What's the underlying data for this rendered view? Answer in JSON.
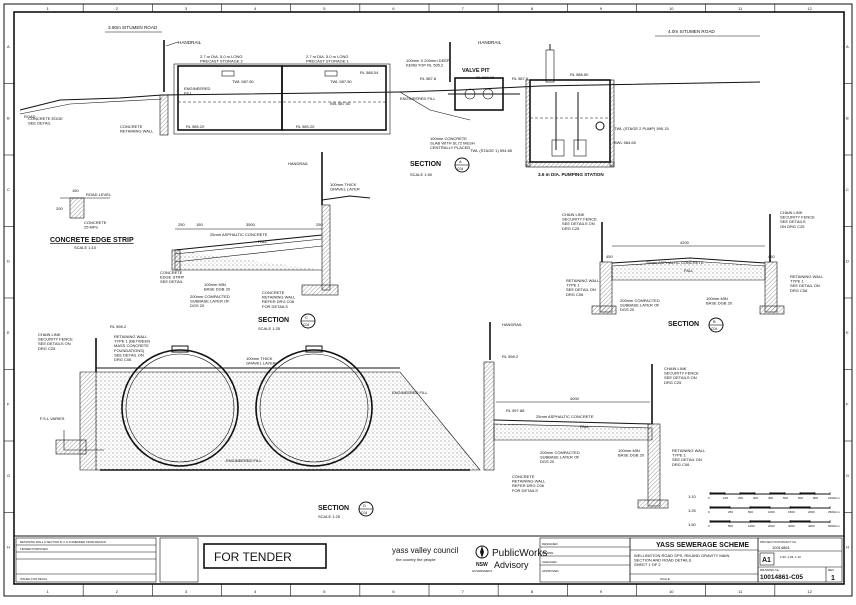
{
  "border": {
    "columns": [
      "1",
      "2",
      "3",
      "4",
      "5",
      "6",
      "7",
      "8",
      "9",
      "10",
      "11",
      "12"
    ],
    "rows": [
      "A",
      "B",
      "C",
      "D",
      "E",
      "F",
      "G",
      "H"
    ]
  },
  "top_section": {
    "road_left": "3.90m SITUMEN ROAD",
    "road_right": "4.0m SITUMEN ROAD",
    "handrail_1": "HANDRAIL",
    "handrail_2": "HANDRAIL",
    "storage_2": "2.7 m DIA. 5.0 m LONG\nPRECAST STORAGE 2",
    "storage_1": "2.7 m DIA. 5.0 m LONG\nPRECAST STORAGE 1",
    "kerb_note": "100mm X 200mm DEEP\nKERB TOP RL 595.2",
    "valve_pit": "VALVE PIT",
    "road": "ROAD",
    "engineered_fill_1": "ENGINEERED\nFILL",
    "engineered_fill_2": "ENGINEERED FILL",
    "edge_note": "CONCRETE EDGE\nSEE DETAIL",
    "retaining_note": "CONCRETE\nRETAINING WALL",
    "slab_note": "100mm CONCRETE\nSLAB WITH SL72 MESH\nCENTRALLY PLACED",
    "rl_1": "RL 588.04",
    "rl_2": "RL 588.00",
    "rl_3": "RL 587.8",
    "rl_4": "RL 587.8",
    "rl_5": "RL 588.50",
    "twl_1": "TWL 587.50",
    "twl_2": "TWL 587.50",
    "iwl_1": "IWL 587.50",
    "rl_base_1": "RL 585.20",
    "rl_base_2": "RL 585.20",
    "twl_stage": "TWL (STAGE 1) 594.65",
    "twl_stage2": "TWL (STAGE 2 PUMP) 595.15",
    "bwl": "BWL 584.65",
    "section_a_label": "SECTION",
    "section_a_letter": "A",
    "section_a_ref": "C04",
    "section_a_scale": "SCALE 1:50",
    "pump_station": "3.6 m DIA. PUMPING STATION"
  },
  "edge_strip": {
    "road_level": "ROAD LEVEL",
    "dim_150": "150",
    "dim_200": "200",
    "concrete": "CONCRETE\n25 MPa",
    "title": "CONCRETE EDGE STRIP",
    "scale": "SCALE 1:10"
  },
  "section_c": {
    "handrail": "HANDRAIL",
    "gravel": "100mm THICK\nGRAVEL LAYER",
    "dim_250": "250",
    "dim_150": "150",
    "dim_3500": "3500",
    "dim_250b": "250",
    "asphalt": "25mm ASPHALTIC CONCRETE",
    "fall": "FALL",
    "edge": "CONCRETE\nEDGE STRIP\nSEE DETAIL",
    "base": "100mm MIN\nBASE DGB 20",
    "subbase": "200mm COMPACTED\nSUBBASE LAYER OF\nDGS 20",
    "retaining": "CONCRETE\nRETAINING WALL\nREFER DRG C06\nFOR DETAILS",
    "label": "SECTION",
    "letter": "C",
    "ref": "C04",
    "scale": "SCALE 1:25"
  },
  "section_b": {
    "fence_left": "CHAIN LINK\nSECURITY FENCE\nSEE DETAILS ON\nDRG C25",
    "fence_right": "CHAIN LINK\nSECURITY FENCE\nSEE DETAILS\nON DRG C25",
    "dim_4200": "4200",
    "dim_450a": "450",
    "dim_450b": "450",
    "asphalt": "25mm ASPHALTIC CONCRETE",
    "fall": "FALL",
    "wall_left": "RETAINING WALL\nTYPE 1\nSEE DETAIL ON\nDRG C06",
    "wall_right": "RETAINING WALL\nTYPE 1\nSEE DETAIL ON\nDRG C06",
    "subbase": "200mm COMPACTED\nSUBBASE LAYER OF\nDGS 20",
    "base": "100mm MIN\nBASE DGB 20",
    "label": "SECTION",
    "letter": "B",
    "ref": "C04"
  },
  "section_d": {
    "fence": "CHAIN LINK\nSECURITY FENCE\nSEE DETAILS ON\nDRG C25",
    "rl_left": "RL 598.2",
    "wall": "RETAINING WALL\nTYPE 1 (BETWEEN\nMASS CONCRETE\nFOUNDATIONS)\nSEE DETAIL ON\nDRG C06",
    "gravel": "100mm THICK\nGRAVEL LAYER",
    "fsl": "F.S.L VARIES",
    "engineered_fill_1": "ENGINEERED FILL",
    "engineered_fill_2": "ENGINEERED FILL",
    "label": "SECTION",
    "letter": "D",
    "ref": "C04",
    "scale": "SCALE 1:25"
  },
  "section_e": {
    "handrail": "HANDRAIL",
    "rl_top": "RL 598.2",
    "dim_4000": "4000",
    "rl_left": "RL 597.88",
    "asphalt": "25mm ASPHALTIC CONCRETE",
    "fall": "FALL",
    "fence": "CHAIN LINK\nSECURITY FENCE\nSEE DETAILS ON\nDRG C25",
    "subbase": "200mm COMPACTED\nSUBBASE LAYER OF\nDGS 20",
    "retaining": "CONCRETE\nRETAINING WALL\nREFER DRG C06\nFOR DETAILS",
    "base": "100mm MIN\nBASE DGB 20",
    "wall_note": "RETAINING WALL\nTYPE 1\nSEE DETAIL ON\nDRG C06"
  },
  "scales": {
    "s1_label": "1:10",
    "s1_ticks": [
      "0",
      "100",
      "200",
      "300",
      "400",
      "500",
      "600",
      "800",
      "1000mm"
    ],
    "s2_label": "1:25",
    "s2_ticks": [
      "0",
      "250",
      "500",
      "1000",
      "1500",
      "2000",
      "2500mm"
    ],
    "s3_label": "1:50",
    "s3_ticks": [
      "0",
      "500",
      "1000",
      "2000",
      "3000",
      "4000",
      "5000mm"
    ]
  },
  "title_block": {
    "for_tender": "FOR TENDER",
    "council": "yass valley council",
    "council_tag": "the country  the people",
    "nsw": "NSW",
    "govt": "GOVERNMENT",
    "pw": "PublicWorks",
    "pw2": "Advisory",
    "project": "YASS SEWERAGE SCHEME",
    "drawing_title": "WELLINGTON ROAD SPS, RM AND GRAVITY MAIN\nSECTION AND ROAD DETAILS\nSHEET 1 OF 2",
    "size": "A1",
    "drawing_no": "10014861-C05",
    "rev": "1",
    "scale_label": "SCALE",
    "scale_value": "1:50, 1:25, 1:10",
    "project_no_label": "PROJECT/CONTRACT No.",
    "project_no": "10014861",
    "drawing_no_label": "DRAWING No.",
    "rev_label": "REV",
    "designed": "DESIGNED",
    "drawn": "DRAWN",
    "checked": "CHECKED",
    "approved": "APPROVED"
  },
  "revisions": {
    "rev1": "RETAINING WALL & SECTION B, C & D AMENDED FROM DESIGN",
    "rev2": "TENDER PURPOSES",
    "rev0": "ISSUED FOR DETAIL"
  }
}
